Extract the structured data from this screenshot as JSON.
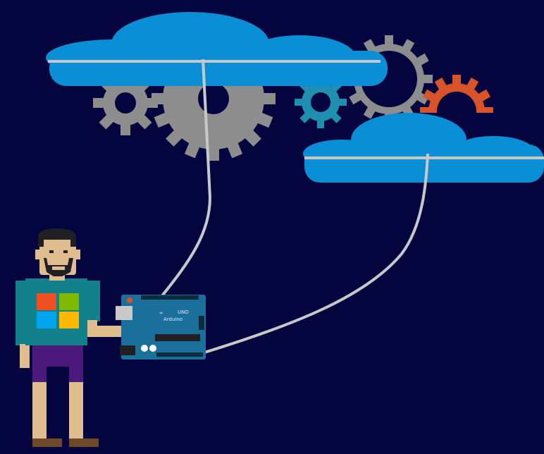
{
  "scene": {
    "colors": {
      "background": "#04053f",
      "cloud": "#0a8fd6",
      "cloud_line": "#c8c8c8",
      "gear_gray": "#8d8d8d",
      "gear_teal": "#1f8fb0",
      "gear_orange": "#d9532a",
      "board": "#1a6f9b",
      "shirt": "#13818b",
      "shorts": "#4b1a7c",
      "skin": "#e0bd8e",
      "hair": "#1f1f24",
      "win_red": "#f25022",
      "win_green": "#7fba00",
      "win_blue": "#00a4ef",
      "win_yellow": "#ffb900"
    },
    "icons": [
      "cloud-icon",
      "gear-icon",
      "arduino-board-icon",
      "windows-logo-icon",
      "person-figure"
    ],
    "board": {
      "logo": "∞",
      "model": "UNO",
      "brand": "Arduino"
    }
  }
}
